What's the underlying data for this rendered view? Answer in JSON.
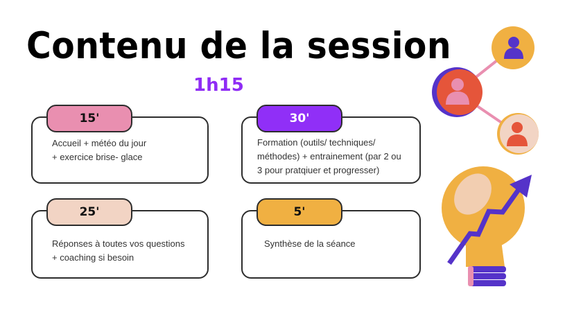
{
  "title": "Contenu de la session",
  "total_duration": "1h15",
  "blocks": [
    {
      "time": "15'",
      "lines": [
        "Accueil + météo du jour",
        "+ exercice brise- glace"
      ],
      "color": "#e98fb0"
    },
    {
      "time": "30'",
      "lines": [
        "Formation (outils/ techniques/",
        "méthodes) + entrainement (par 2 ou",
        "3 pour pratqiuer et progresser)"
      ],
      "color": "#902ff7"
    },
    {
      "time": "25'",
      "lines": [
        "Réponses à toutes vos questions",
        "+ coaching si besoin"
      ],
      "color": "#f2d4c4"
    },
    {
      "time": "5'",
      "lines": [
        "Synthèse de la séance"
      ],
      "color": "#f0b042"
    }
  ],
  "illustrations": [
    "people-network-icon",
    "lightbulb-growth-icon"
  ]
}
